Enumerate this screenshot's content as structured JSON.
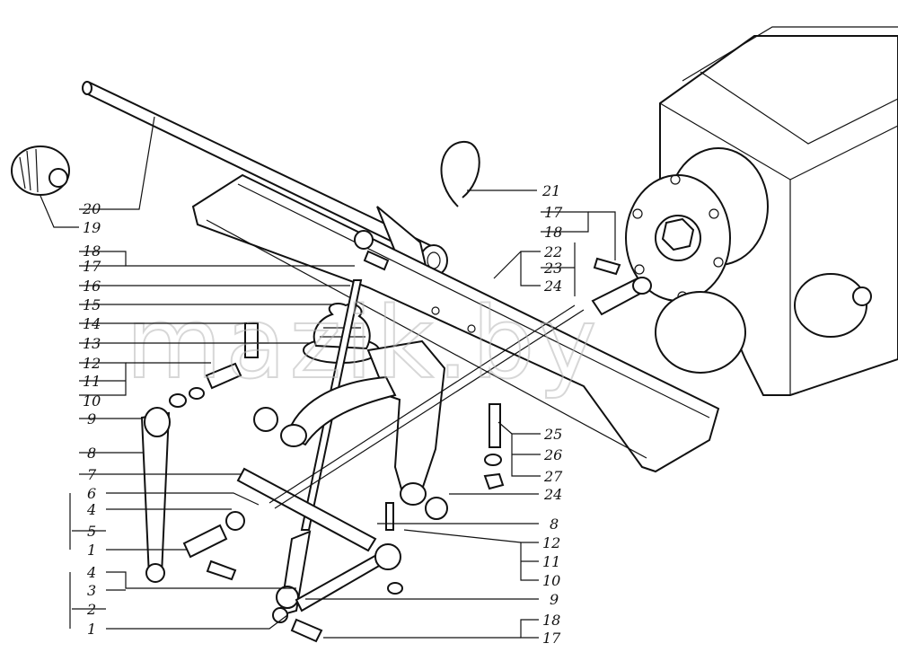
{
  "watermark": "mazik.by",
  "callouts": {
    "left": [
      "20",
      "19",
      "18",
      "17",
      "16",
      "15",
      "14",
      "13",
      "12",
      "11",
      "10",
      "9",
      "8",
      "7",
      "6",
      "4",
      "5",
      "1",
      "4",
      "3",
      "2",
      "1"
    ],
    "right": [
      "21",
      "17",
      "18",
      "22",
      "23",
      "24",
      "25",
      "26",
      "27",
      "24",
      "8",
      "12",
      "11",
      "10",
      "9",
      "18",
      "17"
    ]
  }
}
